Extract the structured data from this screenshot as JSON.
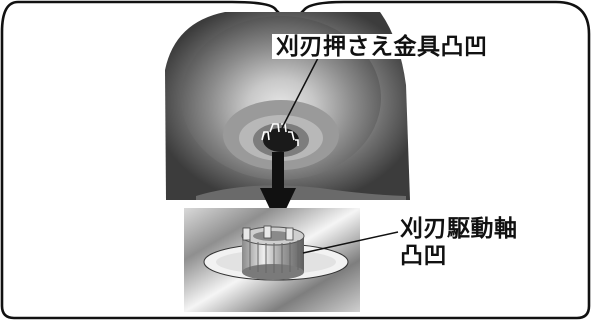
{
  "labels": {
    "cup_notch": "刈刃押さえ金具凸凹",
    "shaft_line1": "刈刃駆動軸",
    "shaft_line2": "凸凹"
  },
  "colors": {
    "frame_stroke": "#111111",
    "background": "#ffffff",
    "photo_dark": "#444444",
    "photo_light": "#d8d8d8"
  },
  "icons": {
    "arrow": "down-arrow-icon"
  }
}
